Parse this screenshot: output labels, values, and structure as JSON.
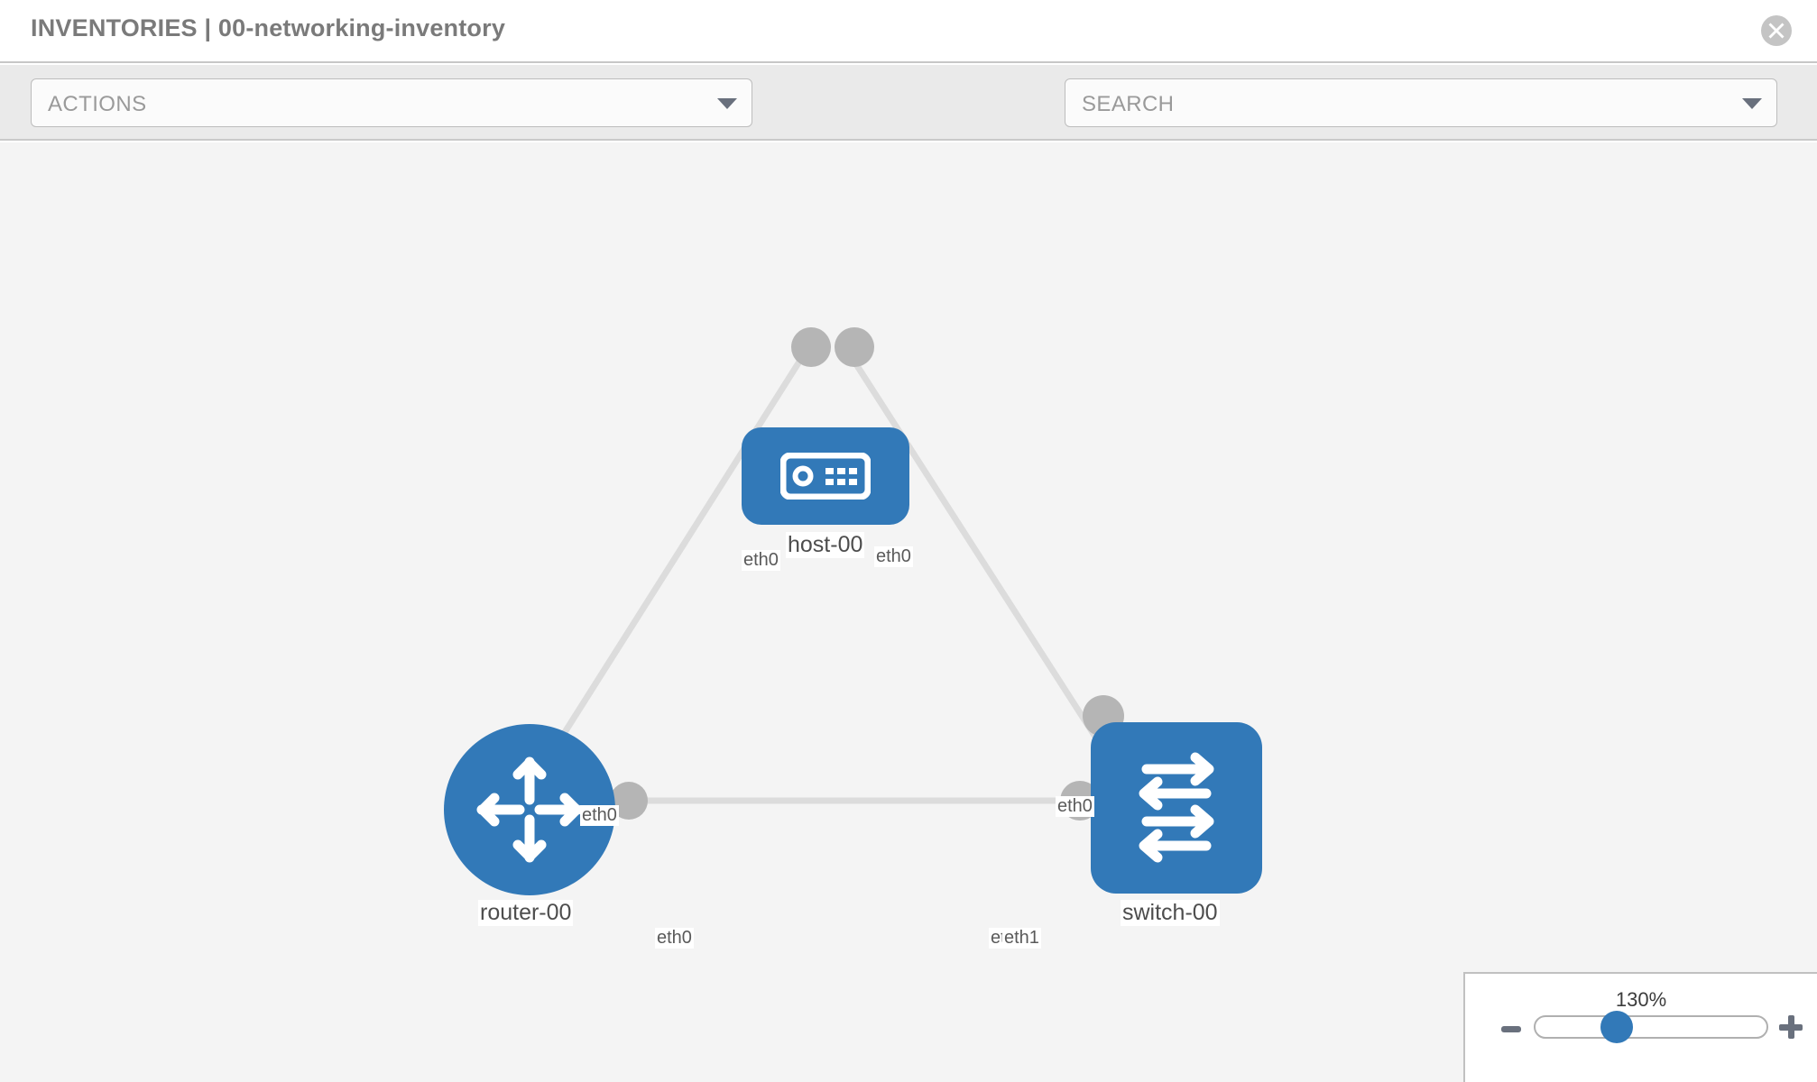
{
  "header": {
    "title": "INVENTORIES | 00-networking-inventory",
    "close_icon": "close-circle-icon"
  },
  "toolbar": {
    "actions_label": "ACTIONS",
    "actions_caret": "chevron-down-icon",
    "wrench_icon": "wrench-icon",
    "key_icon": "key-icon",
    "search_placeholder": "SEARCH",
    "search_caret": "chevron-down-icon"
  },
  "topology": {
    "nodes": [
      {
        "id": "host-00",
        "label": "host-00",
        "type": "host",
        "icon": "server-icon"
      },
      {
        "id": "router-00",
        "label": "router-00",
        "type": "router",
        "icon": "router-arrows-icon"
      },
      {
        "id": "switch-00",
        "label": "switch-00",
        "type": "switch",
        "icon": "switch-arrows-icon"
      }
    ],
    "edge_labels": {
      "host_left": "eth0",
      "host_right": "eth0",
      "router_up": "eth0",
      "switch_up": "eth0",
      "router_right": "eth0",
      "switch_left_a": "eth0",
      "switch_left_b": "eth1"
    }
  },
  "zoom": {
    "value": "130%",
    "minus_icon": "minus-icon",
    "plus_icon": "plus-icon"
  },
  "colors": {
    "node_blue": "#3279b8",
    "edge_gray": "#dcdcdc",
    "connector_gray": "#b5b5b5",
    "canvas_bg": "#f4f4f4",
    "toolbar_bg": "#eaeaea"
  }
}
